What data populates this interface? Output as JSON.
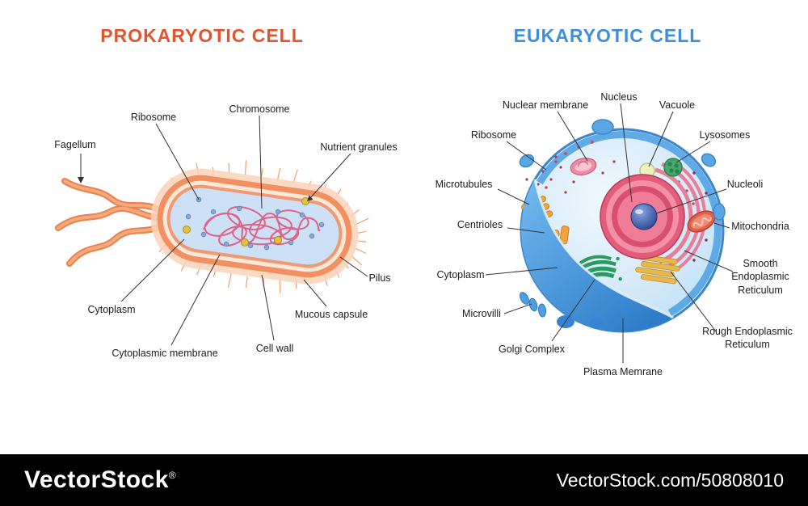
{
  "prokaryote": {
    "title": "PROKARYOTIC CELL",
    "labels": {
      "fagellum": "Fagellum",
      "ribosome": "Ribosome",
      "chromosome": "Chromosome",
      "nutrient_granules": "Nutrient granules",
      "pilus": "Pilus",
      "mucous_capsule": "Mucous capsule",
      "cell_wall": "Cell wall",
      "cytoplasmic_membrane": "Cytoplasmic membrane",
      "cytoplasm": "Cytoplasm"
    }
  },
  "eukaryote": {
    "title": "EUKARYOTIC CELL",
    "labels": {
      "nuclear_membrane": "Nuclear membrane",
      "nucleus": "Nucleus",
      "vacuole": "Vacuole",
      "ribosome": "Ribosome",
      "lysosomes": "Lysosomes",
      "microtubules": "Microtubules",
      "nucleoli": "Nucleoli",
      "centrioles": "Centrioles",
      "mitochondria": "Mitochondria",
      "cytoplasm": "Cytoplasm",
      "smooth_er": "Smooth Endoplasmic Reticulum",
      "microvilli": "Microvilli",
      "rough_er": "Rough Endoplasmic Reticulum",
      "golgi": "Golgi Complex",
      "plasma_membrane": "Plasma Memrane"
    }
  },
  "footer": {
    "brand": "VectorStock",
    "registered": "®",
    "url": "VectorStock.com/50808010"
  },
  "colors": {
    "prokaryotic_title": "#e4532d",
    "eukaryotic_title": "#3d8edb",
    "footer_background": "#000000",
    "cell_membrane_orange": "#f29062",
    "cytoplasm_blue": "#cde1f6",
    "eukaryote_blue": "#3e8ed8",
    "nucleus_pink": "#e25d79"
  }
}
